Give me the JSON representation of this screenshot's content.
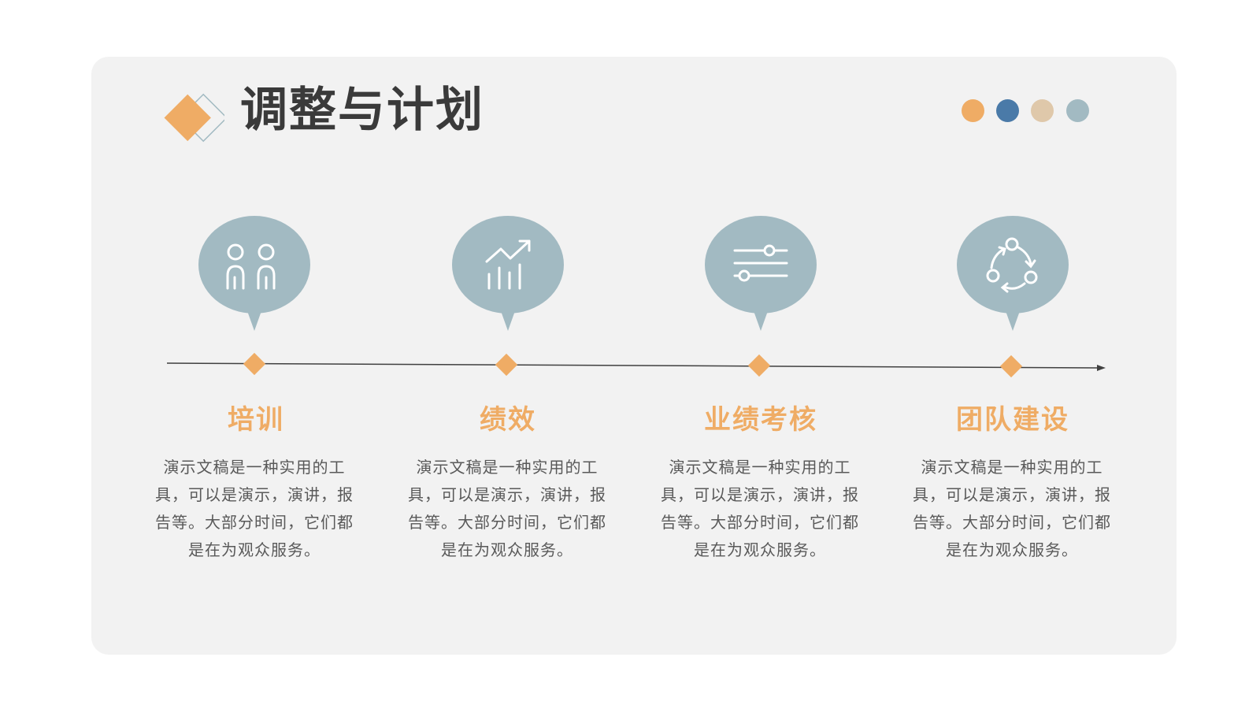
{
  "title": "调整与计划",
  "colors": {
    "accent_orange": "#efac65",
    "accent_blue": "#4a7aa8",
    "accent_sand": "#dfc8aa",
    "accent_gray_blue": "#a2bac2",
    "bubble": "#a2bac2",
    "card_bg": "#f2f2f2",
    "title_text": "#3a3a3a",
    "body_text": "#595959"
  },
  "decor_dots": [
    {
      "color": "#efac65"
    },
    {
      "color": "#4a7aa8"
    },
    {
      "color": "#dfc8aa"
    },
    {
      "color": "#a2bac2"
    }
  ],
  "steps": [
    {
      "icon": "people-icon",
      "title": "培训",
      "description": "演示文稿是一种实用的工具，可以是演示，演讲，报告等。大部分时间，它们都是在为观众服务。"
    },
    {
      "icon": "growth-chart-icon",
      "title": "绩效",
      "description": "演示文稿是一种实用的工具，可以是演示，演讲，报告等。大部分时间，它们都是在为观众服务。"
    },
    {
      "icon": "sliders-icon",
      "title": "业绩考核",
      "description": "演示文稿是一种实用的工具，可以是演示，演讲，报告等。大部分时间，它们都是在为观众服务。"
    },
    {
      "icon": "cycle-icon",
      "title": "团队建设",
      "description": "演示文稿是一种实用的工具，可以是演示，演讲，报告等。大部分时间，它们都是在为观众服务。"
    }
  ]
}
